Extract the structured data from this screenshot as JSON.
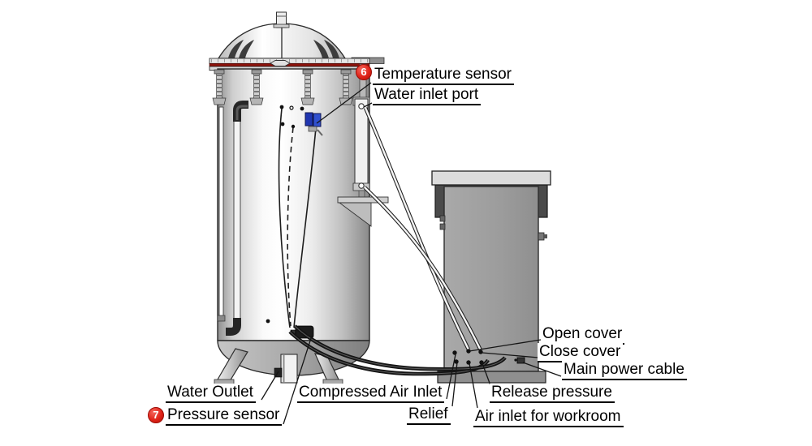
{
  "diagram": {
    "description": "Autoclave pressure tank with control cabinet - parts callout diagram",
    "colors": {
      "seal_ring_red": "#8c120b",
      "badge_red": "#e02318",
      "temperature_sensor_blue": "#2b3fbe",
      "tank_metal_light": "#fafafa",
      "cabinet_gray": "#9c9c9c",
      "cabinet_collar_dark": "#4a4a4a"
    },
    "labels": [
      {
        "id": "temperature-sensor",
        "text": "Temperature sensor",
        "badge": "6"
      },
      {
        "id": "water-inlet-port",
        "text": "Water inlet port"
      },
      {
        "id": "open-cover",
        "text": "Open cover"
      },
      {
        "id": "close-cover",
        "text": "Close cover"
      },
      {
        "id": "main-power-cable",
        "text": "Main power cable"
      },
      {
        "id": "release-pressure",
        "text": "Release pressure"
      },
      {
        "id": "air-inlet-for-workroom",
        "text": "Air inlet for workroom"
      },
      {
        "id": "relief",
        "text": "Relief"
      },
      {
        "id": "compressed-air-inlet",
        "text": "Compressed Air Inlet"
      },
      {
        "id": "water-outlet",
        "text": "Water Outlet"
      },
      {
        "id": "pressure-sensor",
        "text": "Pressure sensor",
        "badge": "7"
      }
    ]
  }
}
